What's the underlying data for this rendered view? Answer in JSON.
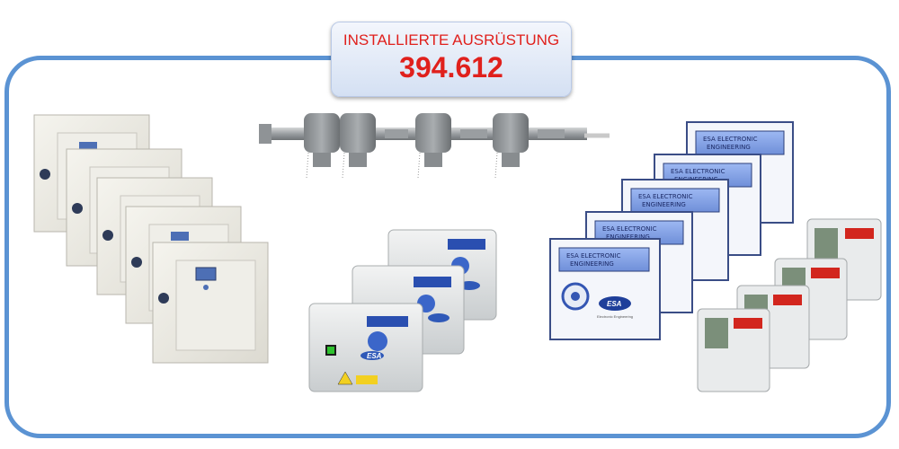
{
  "header": {
    "label": "INSTALLIERTE AUSRÜSTUNG",
    "value": "394.612"
  },
  "panels": {
    "lcd_line1": "ESA ELECTRONIC",
    "lcd_line2": "ENGINEERING",
    "brand": "ESA",
    "brand_sub": "Electronic Engineering"
  },
  "colors": {
    "accent": "#e0201c",
    "frame": "#5b93d3",
    "badge_top": "#f3f6fc",
    "badge_bottom": "#d4e0f3"
  },
  "icons": [
    "control-cabinet-icon",
    "sensor-probe-icon",
    "controller-box-icon",
    "lcd-panel-icon",
    "detector-icon"
  ]
}
